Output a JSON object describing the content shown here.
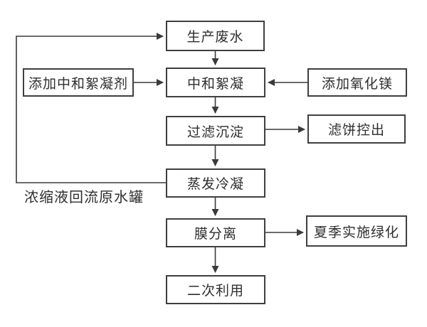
{
  "diagram": {
    "type": "flowchart",
    "nodes": [
      {
        "id": "production-wastewater",
        "label": "生产废水"
      },
      {
        "id": "add-neutralizing-flocculant",
        "label": "添加中和絮凝剂"
      },
      {
        "id": "neutralization-flocculation",
        "label": "中和絮凝"
      },
      {
        "id": "add-magnesium-oxide",
        "label": "添加氧化镁"
      },
      {
        "id": "filtration-sedimentation",
        "label": "过滤沉淀"
      },
      {
        "id": "filter-cake-discharge",
        "label": "滤饼控出"
      },
      {
        "id": "evaporation-condensation",
        "label": "蒸发冷凝"
      },
      {
        "id": "membrane-separation",
        "label": "膜分离"
      },
      {
        "id": "summer-greening",
        "label": "夏季实施绿化"
      },
      {
        "id": "secondary-use",
        "label": "二次利用"
      }
    ],
    "annotation": "浓缩液回流原水罐",
    "edges": [
      {
        "from": "production-wastewater",
        "to": "neutralization-flocculation"
      },
      {
        "from": "add-neutralizing-flocculant",
        "to": "neutralization-flocculation"
      },
      {
        "from": "add-magnesium-oxide",
        "to": "neutralization-flocculation"
      },
      {
        "from": "neutralization-flocculation",
        "to": "filtration-sedimentation"
      },
      {
        "from": "filtration-sedimentation",
        "to": "filter-cake-discharge"
      },
      {
        "from": "filtration-sedimentation",
        "to": "evaporation-condensation"
      },
      {
        "from": "evaporation-condensation",
        "to": "production-wastewater",
        "note": "浓缩液回流原水罐"
      },
      {
        "from": "evaporation-condensation",
        "to": "membrane-separation"
      },
      {
        "from": "membrane-separation",
        "to": "summer-greening"
      },
      {
        "from": "membrane-separation",
        "to": "secondary-use"
      }
    ],
    "colors": {
      "background": "#ffffff",
      "line": "#3a3a3a",
      "box_border": "#3f3f3f",
      "text": "#2e2e2e"
    }
  }
}
